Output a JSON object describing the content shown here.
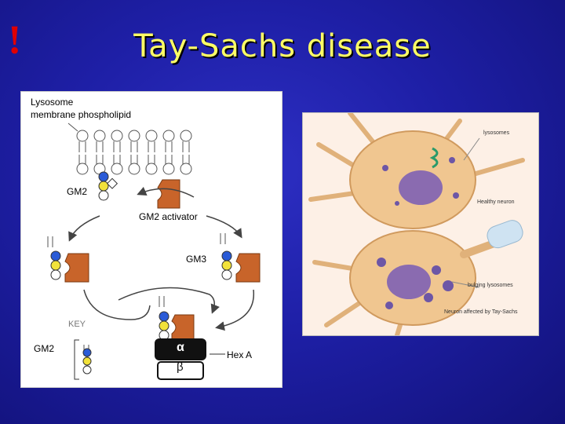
{
  "slide": {
    "exclamation": "!",
    "title": "Tay-Sachs disease"
  },
  "diagram_left": {
    "lysosome_label_line1": "Lysosome",
    "lysosome_label_line2": "membrane phospholipid",
    "gm2_top": "GM2",
    "gm2_activator": "GM2 activator",
    "gm3": "GM3",
    "key": "KEY",
    "gm2_key": "GM2",
    "alpha": "α",
    "beta": "β",
    "hex_a": "Hex A"
  },
  "illustration_right": {
    "caption_lysosomes": "lysosomes",
    "caption_healthy": "Healthy neuron",
    "caption_bulging": "bulging lysosomes",
    "caption_affected": "Neuron affected by Tay-Sachs"
  },
  "colors": {
    "background": "#1e1fa6",
    "title": "#ffff66",
    "exclamation": "#e00000",
    "enzyme": "#c8642a",
    "blue_sugar": "#2a5bd7",
    "yellow_sugar": "#f2e23a"
  }
}
